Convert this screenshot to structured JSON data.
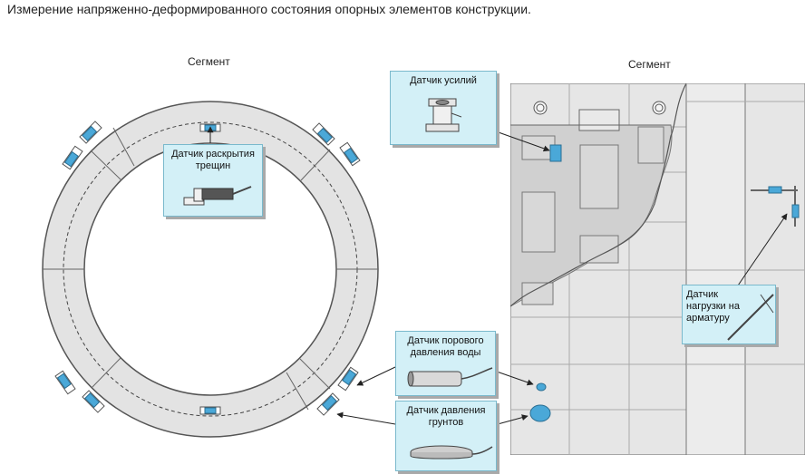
{
  "title": "Измерение напряженно-деформированного состояния опорных элементов конструкции.",
  "segment_left": "Сегмент",
  "segment_right": "Сегмент",
  "labels": {
    "force_sensor": "Датчик усилий",
    "crack_sensor_l1": "Датчик раскрытия",
    "crack_sensor_l2": "трещин",
    "pore_sensor_l1": "Датчик порового",
    "pore_sensor_l2": "давления воды",
    "soil_sensor_l1": "Датчик давления",
    "soil_sensor_l2": "грунтов",
    "rebar_sensor_l1": "Датчик",
    "rebar_sensor_l2": "нагрузки на",
    "rebar_sensor_l3": "арматуру"
  },
  "colors": {
    "panel_fill": "#d3f0f7",
    "panel_border": "#7ab9cc",
    "concrete": "#e3e3e3",
    "sensor_blue": "#4aa8d8"
  }
}
